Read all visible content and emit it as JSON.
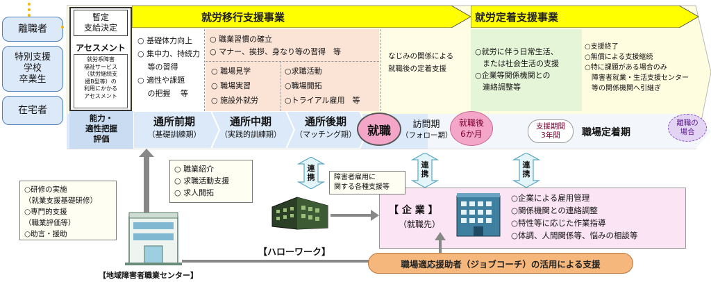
{
  "left_column": [
    {
      "label": "離職者"
    },
    {
      "label": "特別支援\n学校\n卒業生"
    },
    {
      "label": "在宅者"
    }
  ],
  "header": {
    "transition_title": "就労移行支援事業",
    "retention_title": "就労定着支援事業"
  },
  "assessment": {
    "provisional": "暫定\n支給決定",
    "title": "アセスメント",
    "note": "就労系障害\n福祉サービス\n（就労継続支\n援B型等）の\n利用にかかる\nアセスメント"
  },
  "col_basic": [
    "○ 基礎体力向上",
    "○ 集中力、持続力",
    "　 等の習得",
    "○ 適性や課題",
    "　 の把握　 等"
  ],
  "col_habit": [
    "○ 職業習慣の確立",
    "○ マナー、挨拶、身なり等の習得　等"
  ],
  "col_mid": [
    "○ 職場見学",
    "○ 職場実習",
    "○ 施設外就労"
  ],
  "col_late": [
    "○求職活動",
    "○職場開拓",
    "○トライアル雇用　等"
  ],
  "col_follow": [
    "なじみの関係による",
    "就職後の定着支援"
  ],
  "col_retention": [
    "○就労に伴う日常生活、",
    "　または社会生活の支援",
    "○企業等関係機関との",
    "　連絡調整等"
  ],
  "col_end": [
    "○支援終了",
    "○無償による支援継続",
    "○特に課題がある場合のみ",
    "　障害者就業・生活支援センター",
    "　等の関係機関へ引継ぎ"
  ],
  "phases": {
    "eval": "能力・\n適性把握\n評価",
    "early": "通所前期",
    "early_sub": "（基礎訓練期）",
    "middle": "通所中期",
    "middle_sub": "（実践的訓練期）",
    "late": "通所後期",
    "late_sub": "（マッチング期）",
    "employment": "就職",
    "visit": "訪問期",
    "visit_sub": "（フォロー期）",
    "six_months": "就職後\n6か月",
    "three_years": "支援期間\n3年間",
    "retention": "職場定着期",
    "leave": "離職の\n場合"
  },
  "links": {
    "label": "連\n携"
  },
  "hellowork": {
    "callout": [
      "○ 職業紹介",
      "○ 求職活動支援",
      "○ 求人開拓"
    ],
    "note": [
      "障害者雇用に",
      "関する各種支援等"
    ],
    "label": "【ハローワーク】"
  },
  "company": {
    "title": "【 企 業 】",
    "subtitle": "（就職先）",
    "items": [
      "○企業による雇用管理",
      "○関係機関との連絡調整",
      "○特性等に応じた作業指導",
      "○体調、人間関係等、悩みの相談等"
    ]
  },
  "center": {
    "callout": [
      "○研修の実施",
      "（就業支援基礎研修）",
      "○専門的支援",
      "（職業評価等）",
      "○助言・援助"
    ],
    "label": "【地域障害者職業センター】"
  },
  "job_coach": "職場適応援助者（ジョブコーチ）の活用による支援",
  "colors": {
    "yellow": "#ffff00",
    "peach": "#fbe3d6",
    "green": "#e5f5d8",
    "lemon": "#fffde0",
    "pink_circle": "#f4a6c9",
    "purple_circle": "#e3d4f3",
    "job_coach": "#f6b77c"
  }
}
